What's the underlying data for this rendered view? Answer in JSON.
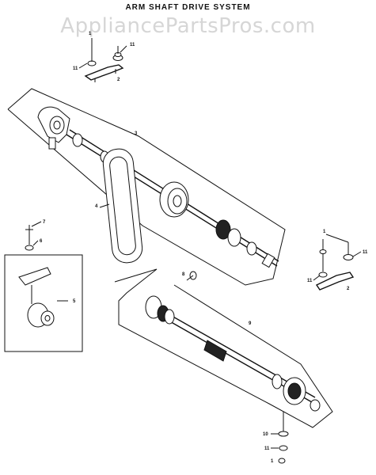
{
  "diagram": {
    "title": "ARM SHAFT DRIVE SYSTEM",
    "watermark": "AppliancePartsPros.com",
    "callouts": [
      "1",
      "2",
      "3",
      "4",
      "5",
      "6",
      "7",
      "8",
      "9",
      "10",
      "11"
    ]
  }
}
